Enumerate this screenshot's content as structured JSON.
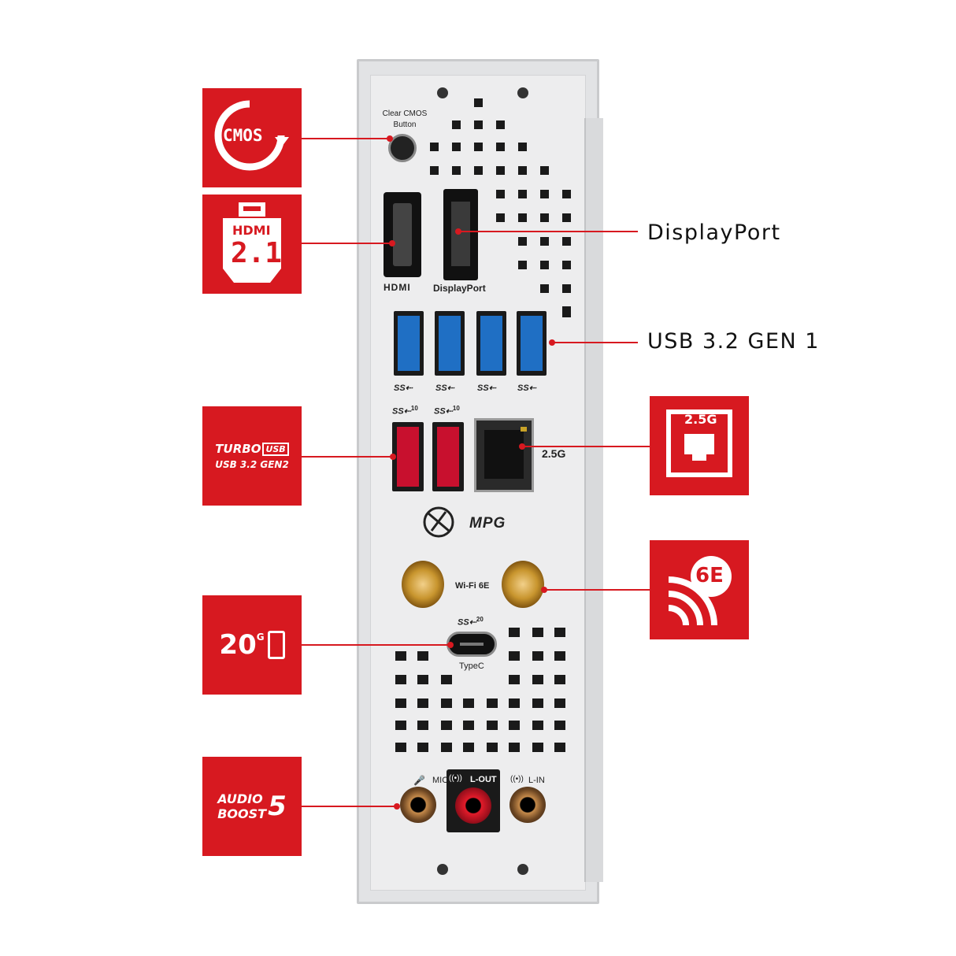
{
  "badges": {
    "cmos": {
      "text": "CMOS"
    },
    "hdmi": {
      "top": "HDMI",
      "bottom": "2.1"
    },
    "turbo": {
      "line1a": "TURBO",
      "line1b": "USB",
      "line2": "USB 3.2 GEN2"
    },
    "speed20g": {
      "num": "20",
      "sup": "G"
    },
    "audio": {
      "line1": "AUDIO",
      "line2": "BOOST",
      "num": "5"
    },
    "lan": {
      "text": "2.5G"
    },
    "wifi": {
      "text": "6E"
    }
  },
  "callouts": {
    "displayport": "DisplayPort",
    "usb_gen1": "USB 3.2 GEN 1"
  },
  "panel": {
    "clear_cmos": [
      "Clear CMOS",
      "Button"
    ],
    "hdmi": "HDMI",
    "displayport": "DisplayPort",
    "lan_speed": "2.5G",
    "wifi": "Wi-Fi 6E",
    "typec": "TypeC",
    "usb10a": "10",
    "usb10b": "10",
    "usb20": "20",
    "mic_in": "MIC-IN",
    "l_out": "L-OUT",
    "l_in": "L-IN",
    "logo": "MPG"
  },
  "colors": {
    "accent": "#d71920",
    "usb_blue": "#1f6fc4",
    "usb_red": "#c8102e",
    "plate": "#e2e3e5"
  }
}
